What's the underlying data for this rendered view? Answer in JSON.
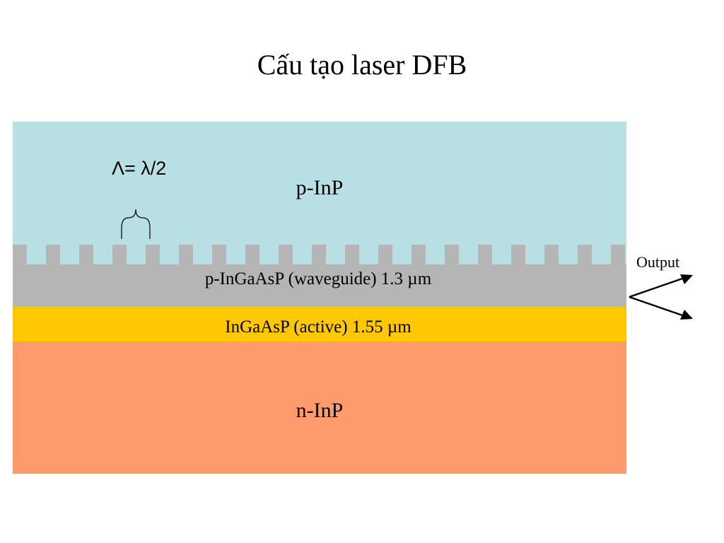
{
  "title": "Cấu tạo laser DFB",
  "layers": {
    "top": {
      "label": "p-InP",
      "color": "#b8e0e4"
    },
    "waveguide": {
      "label": "p-InGaAsP (waveguide) 1.3 µm",
      "color": "#b5b5b5"
    },
    "active": {
      "label": "InGaAsP (active) 1.55 µm",
      "color": "#ffc800"
    },
    "bottom": {
      "label": "n-InP",
      "color": "#ff9a6a"
    }
  },
  "period_label": "Λ= λ/2",
  "output_label": "Output"
}
